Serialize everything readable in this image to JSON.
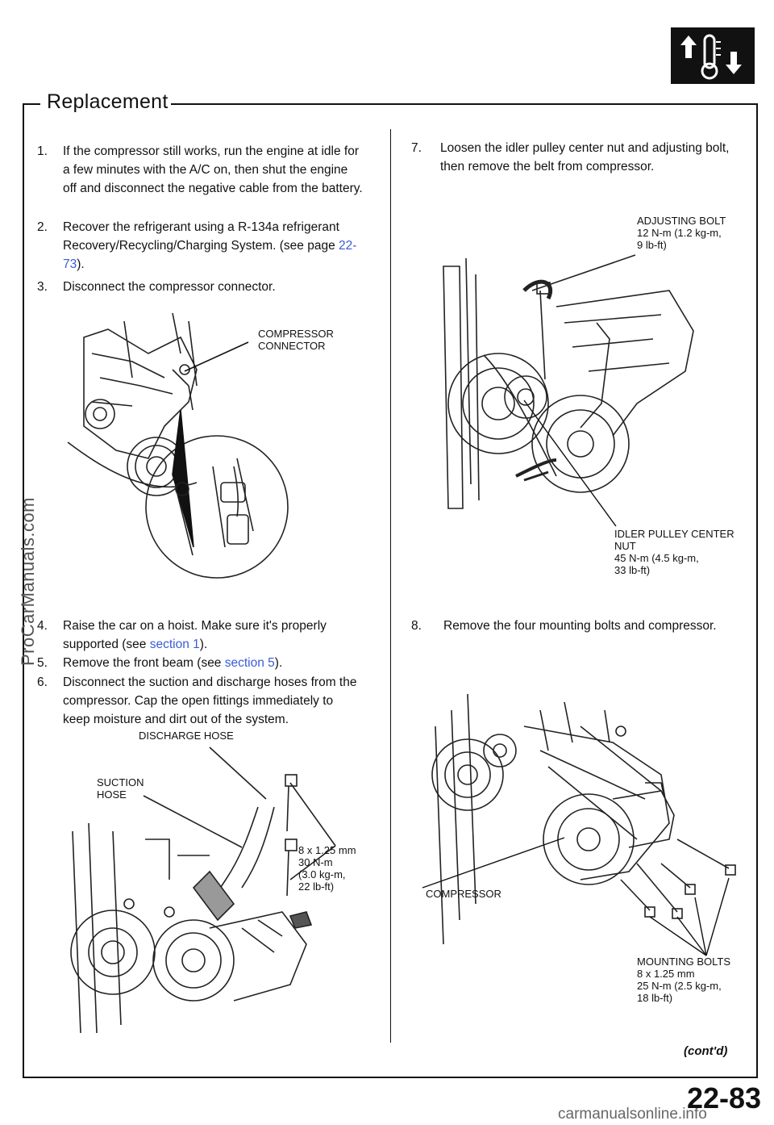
{
  "section_title": "Replacement",
  "steps_left": [
    {
      "num": "1.",
      "text": "If the compressor still works, run the engine at idle for a few minutes with the A/C on, then shut the engine off and disconnect the negative cable from the battery."
    },
    {
      "num": "2.",
      "text_before": "Recover the refrigerant using a R-134a refrigerant Recovery/Recycling/Charging System. (see page ",
      "link": "22-73",
      "text_after": ")."
    },
    {
      "num": "3.",
      "text": "Disconnect the compressor connector."
    },
    {
      "num": "4.",
      "text_before": "Raise the car on a hoist. Make sure it's properly supported (see ",
      "link": "section 1",
      "text_after": ")."
    },
    {
      "num": "5.",
      "text_before": "Remove the front beam (see ",
      "link": "section 5",
      "text_after": ")."
    },
    {
      "num": "6.",
      "text": "Disconnect the suction and discharge hoses from the compressor. Cap the open fittings immediately to keep moisture and dirt out of the system."
    }
  ],
  "steps_right": [
    {
      "num": "7.",
      "text": "Loosen the idler pulley center nut and adjusting bolt, then remove the belt from compressor."
    },
    {
      "num": "8.",
      "text": "Remove the four mounting bolts and compressor."
    }
  ],
  "labels": {
    "compressor_connector": [
      "COMPRESSOR",
      "CONNECTOR"
    ],
    "discharge_hose": "DISCHARGE HOSE",
    "suction_hose": [
      "SUCTION",
      "HOSE"
    ],
    "hose_bolts": [
      "8 x 1.25 mm",
      "30 N-m",
      "(3.0 kg-m,",
      "22 lb-ft)"
    ],
    "adjusting_bolt": [
      "ADJUSTING BOLT",
      "12 N-m (1.2 kg-m,",
      "9 lb-ft)"
    ],
    "idler_nut": [
      "IDLER PULLEY CENTER",
      "NUT",
      "45 N-m (4.5 kg-m,",
      "33 lb-ft)"
    ],
    "compressor": "COMPRESSOR",
    "mounting_bolts": [
      "MOUNTING BOLTS",
      "8 x 1.25 mm",
      "25 N-m (2.5 kg-m,",
      "18 lb-ft)"
    ]
  },
  "continued": "(cont'd)",
  "page_number": "22-83",
  "watermark_side": "ProCarManuals.com",
  "watermark_footer": "carmanualsonline.info",
  "icons": [
    "ac-thermometer-icon"
  ]
}
